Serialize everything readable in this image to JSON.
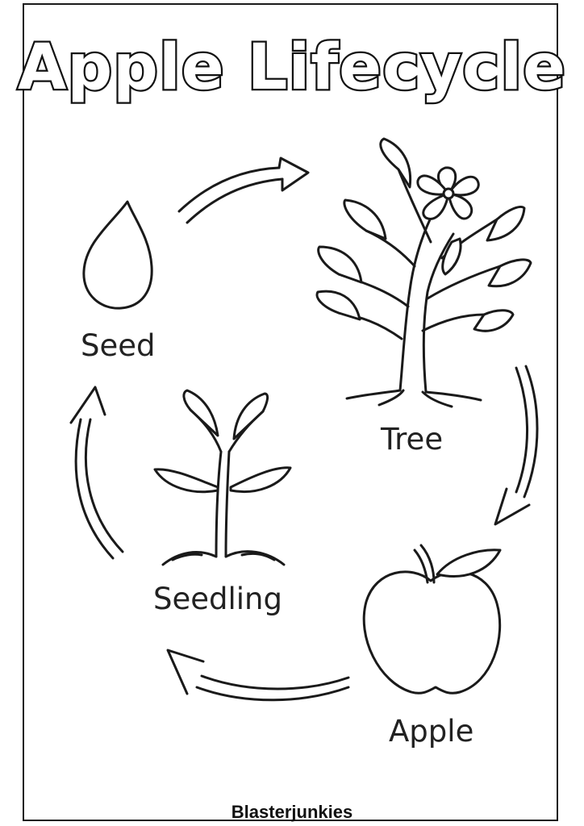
{
  "title": "Apple Lifecycle",
  "stages": {
    "seed": "Seed",
    "tree": "Tree",
    "apple": "Apple",
    "seedling": "Seedling"
  },
  "footer": "Blasterjunkies"
}
